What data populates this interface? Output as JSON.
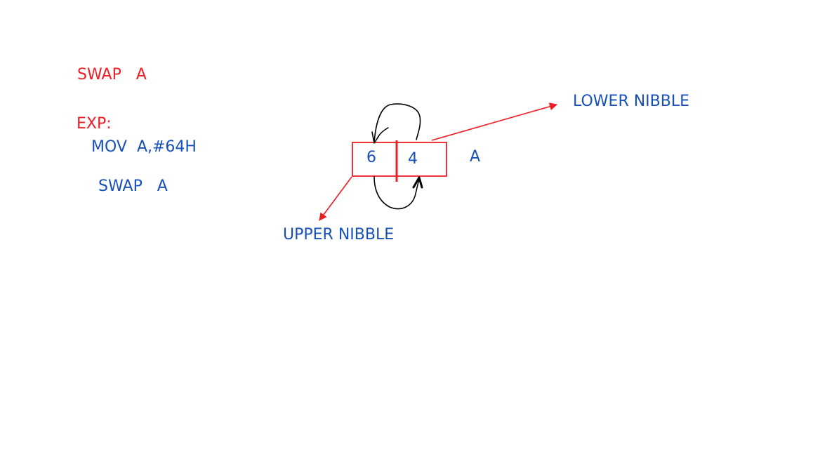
{
  "colors": {
    "heading": "#ee1c24",
    "body_text": "#1750b8",
    "register_box": "#ee1c24",
    "pointer_arrow": "#ee1c24",
    "swap_arrow": "#000000"
  },
  "instruction": {
    "title": "SWAP   A",
    "example_label": "EXP:",
    "lines": [
      "MOV  A,#64H",
      "SWAP   A"
    ]
  },
  "register": {
    "name": "A",
    "upper_nibble_value": "6",
    "lower_nibble_value": "4",
    "upper_nibble_label": "UPPER NIBBLE",
    "lower_nibble_label": "LOWER NIBBLE"
  }
}
